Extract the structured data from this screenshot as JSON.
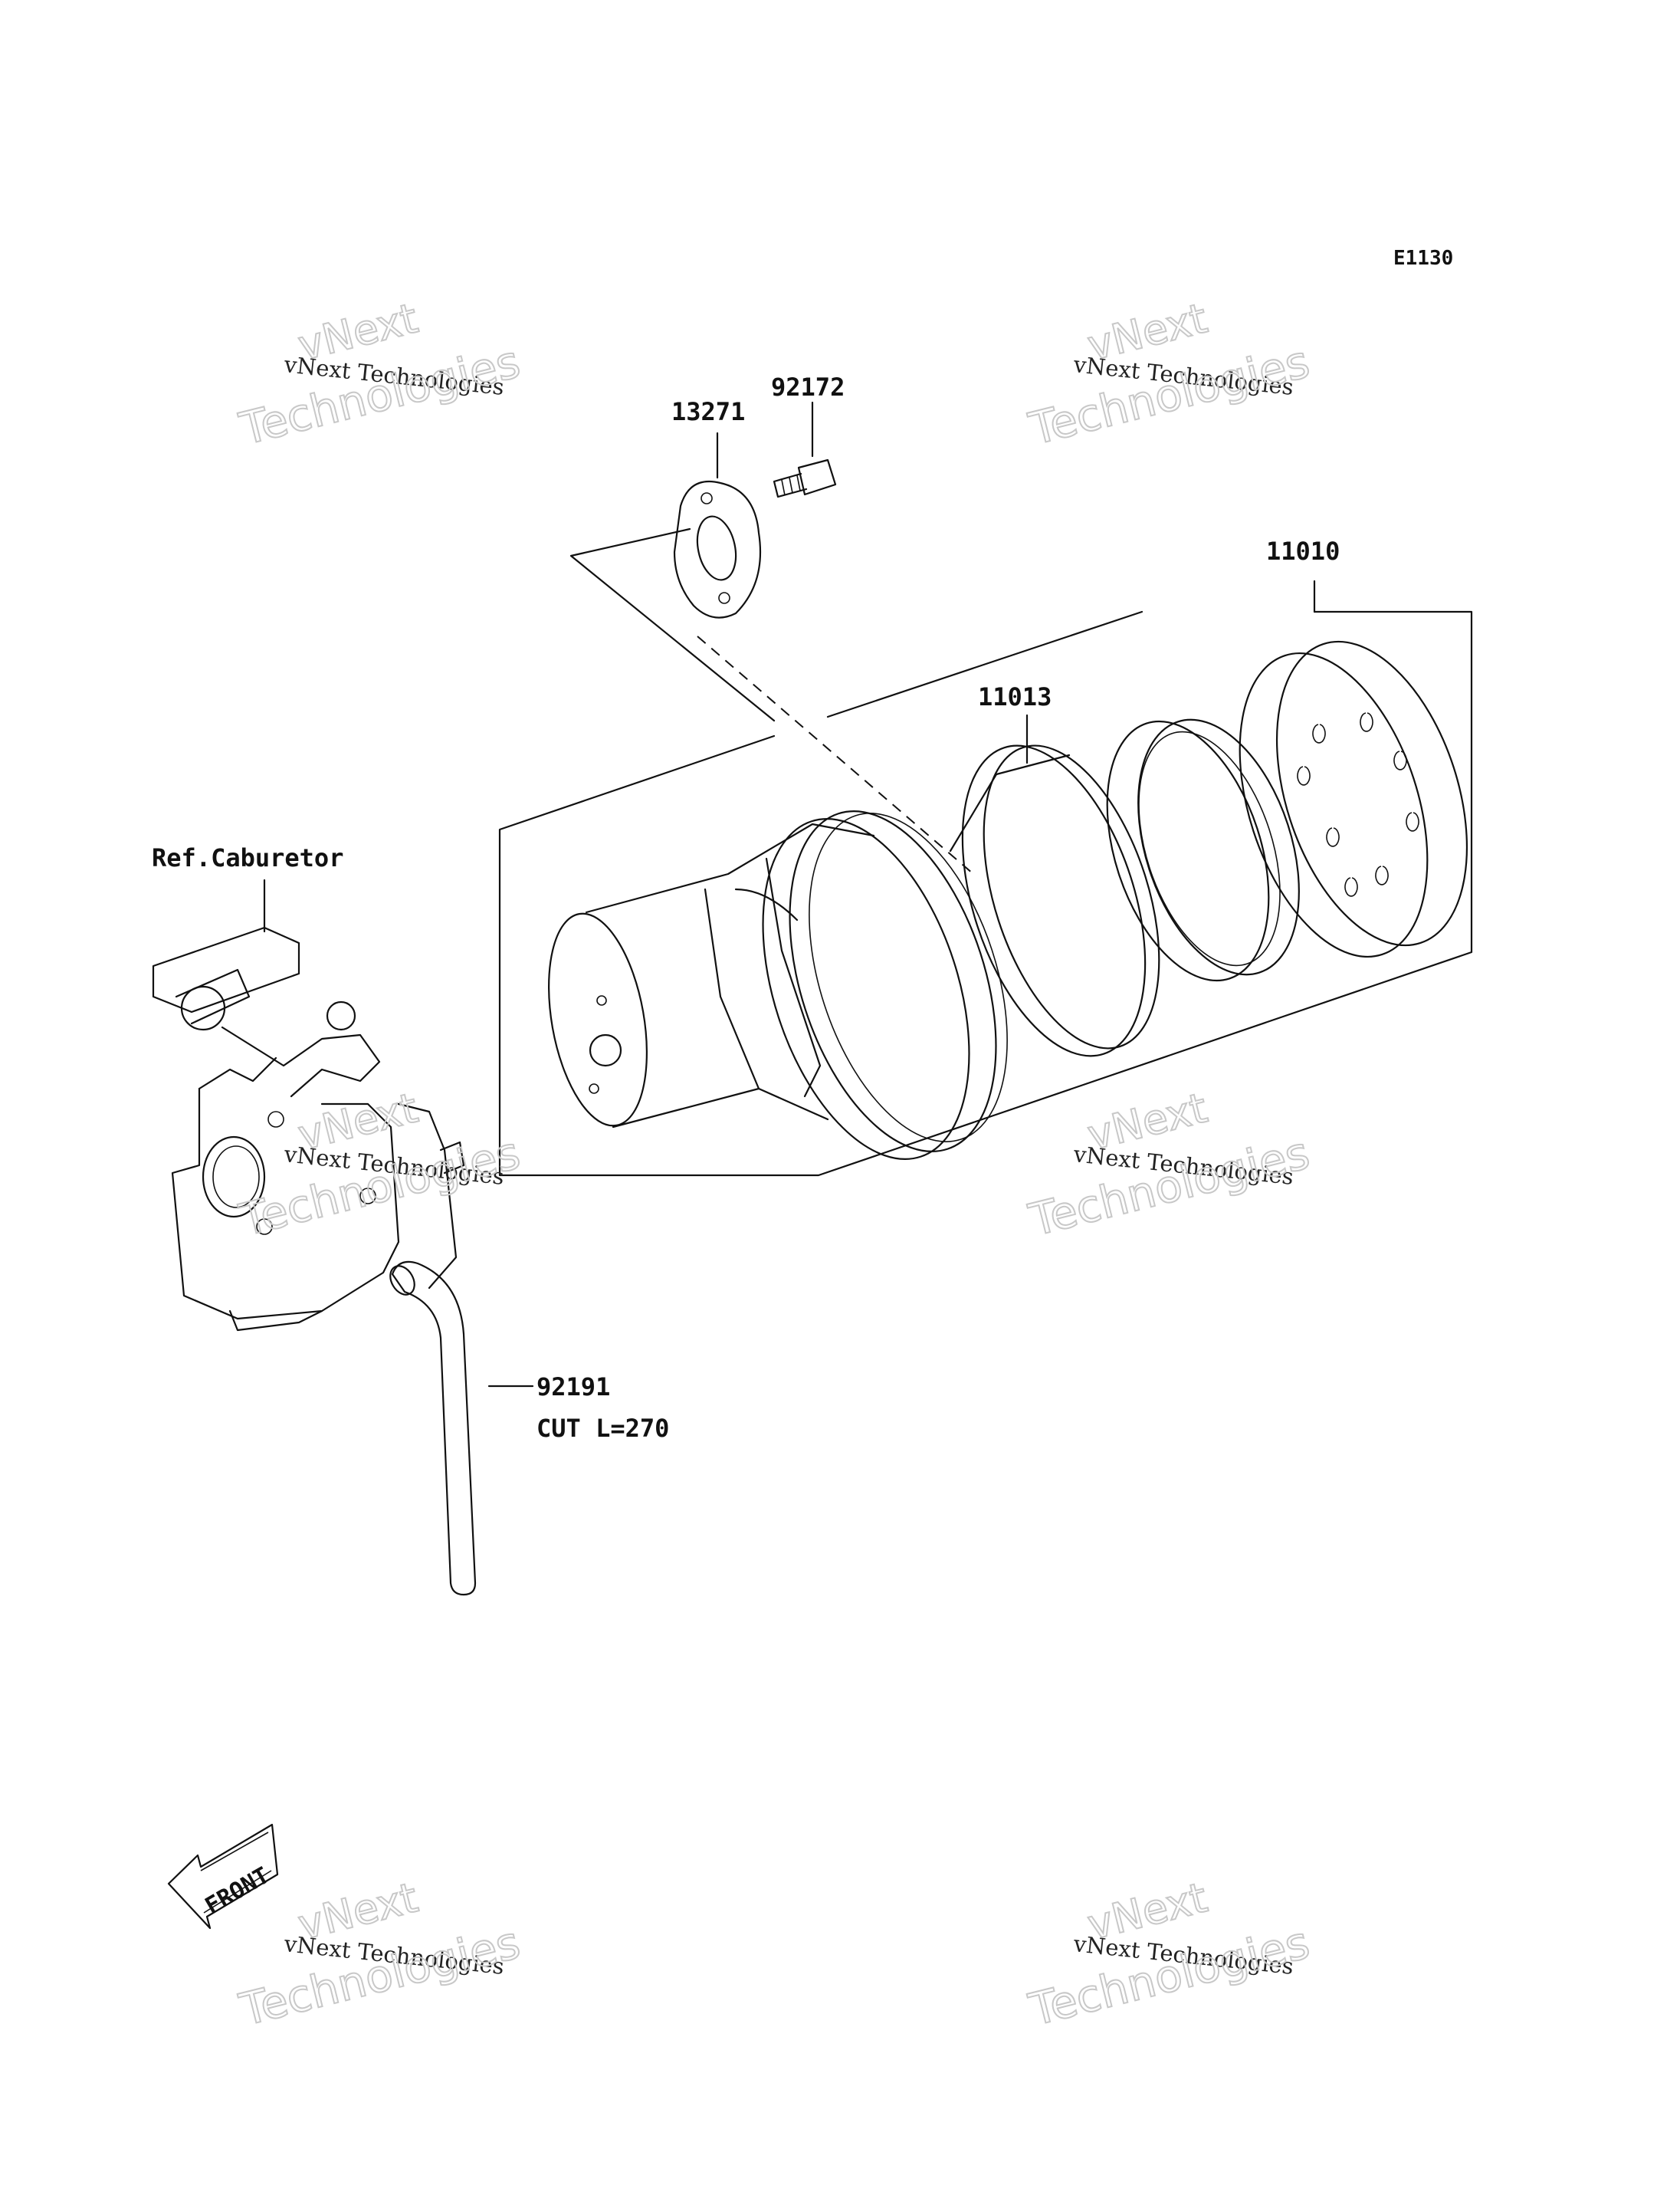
{
  "diagram_code": "E1130",
  "part_labels": {
    "p13271": "13271",
    "p92172": "92172",
    "p11010": "11010",
    "p11013": "11013",
    "p92191": "92191",
    "p92191_note": "CUT L=270",
    "ref_carb": "Ref.Caburetor"
  },
  "front_marker": "FRONT",
  "watermark": {
    "line_small": "vNext Technologies",
    "line_top": "vNext",
    "line_big": "Technologies"
  }
}
